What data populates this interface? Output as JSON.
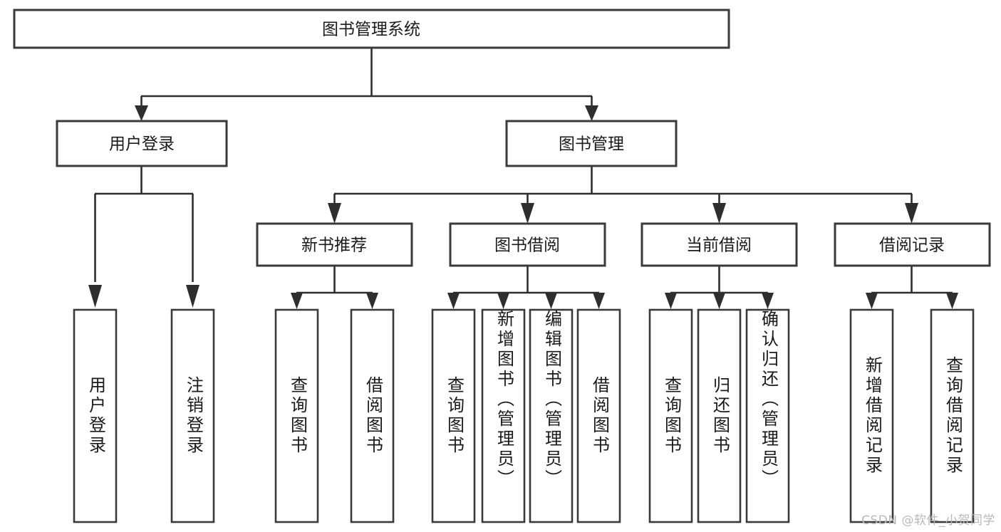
{
  "diagram": {
    "type": "tree-hierarchy",
    "root": {
      "id": "root",
      "label": "图书管理系统"
    },
    "level2": [
      {
        "id": "user-login",
        "label": "用户登录"
      },
      {
        "id": "book-manage",
        "label": "图书管理"
      }
    ],
    "level3": [
      {
        "id": "new-book-recommend",
        "label": "新书推荐",
        "parent": "book-manage"
      },
      {
        "id": "book-borrow",
        "label": "图书借阅",
        "parent": "book-manage"
      },
      {
        "id": "current-borrow",
        "label": "当前借阅",
        "parent": "book-manage"
      },
      {
        "id": "borrow-record",
        "label": "借阅记录",
        "parent": "book-manage"
      }
    ],
    "leaves": [
      {
        "id": "leaf-user-login",
        "label": "用户登录",
        "parent": "user-login"
      },
      {
        "id": "leaf-logout-login",
        "label": "注销登录",
        "parent": "user-login"
      },
      {
        "id": "leaf-query-book-1",
        "label": "查询图书",
        "parent": "new-book-recommend"
      },
      {
        "id": "leaf-borrow-book-1",
        "label": "借阅图书",
        "parent": "new-book-recommend"
      },
      {
        "id": "leaf-query-book-2",
        "label": "查询图书",
        "parent": "book-borrow"
      },
      {
        "id": "leaf-add-book",
        "label": "新增图书（管理员）",
        "parent": "book-borrow"
      },
      {
        "id": "leaf-edit-book",
        "label": "编辑图书（管理员）",
        "parent": "book-borrow"
      },
      {
        "id": "leaf-borrow-book-2",
        "label": "借阅图书",
        "parent": "book-borrow"
      },
      {
        "id": "leaf-query-book-3",
        "label": "查询图书",
        "parent": "current-borrow"
      },
      {
        "id": "leaf-return-book",
        "label": "归还图书",
        "parent": "current-borrow"
      },
      {
        "id": "leaf-confirm-return",
        "label": "确认归还（管理员）",
        "parent": "current-borrow"
      },
      {
        "id": "leaf-add-record",
        "label": "新增借阅记录",
        "parent": "borrow-record"
      },
      {
        "id": "leaf-query-record",
        "label": "查询借阅记录",
        "parent": "borrow-record"
      }
    ]
  },
  "watermark": {
    "text": "CSDN @软件_小贺同学"
  },
  "colors": {
    "box_stroke": "#3a3a3a",
    "connector": "#2e2e2e",
    "text": "#1a1a1a",
    "background": "#ffffff",
    "watermark": "#b9b9b9"
  }
}
